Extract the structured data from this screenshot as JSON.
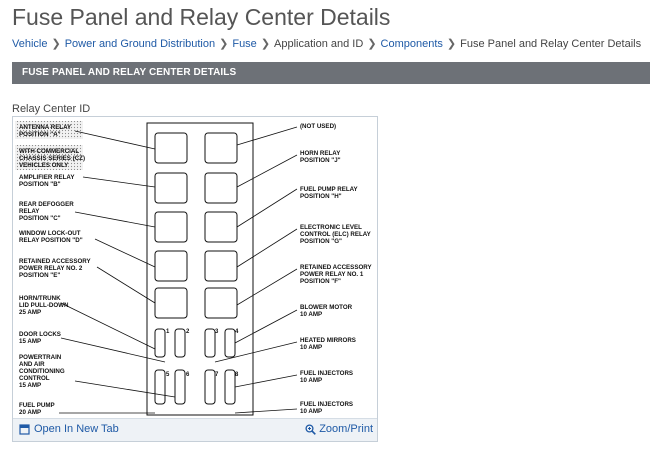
{
  "page": {
    "title": "Fuse Panel and Relay Center Details"
  },
  "breadcrumb": [
    {
      "label": "Vehicle",
      "link": true
    },
    {
      "label": "Power and Ground Distribution",
      "link": true
    },
    {
      "label": "Fuse",
      "link": true
    },
    {
      "label": "Application and ID",
      "link": false
    },
    {
      "label": "Components",
      "link": true
    },
    {
      "label": "Fuse Panel and Relay Center Details",
      "link": false
    }
  ],
  "section": {
    "header": "FUSE PANEL AND RELAY CENTER DETAILS"
  },
  "figure": {
    "caption": "Relay Center ID",
    "open_new_tab": "Open In New Tab",
    "zoom_print": "Zoom/Print",
    "left_labels": {
      "antenna": [
        "ANTENNA RELAY",
        "POSITION \"A\""
      ],
      "commercial": [
        "WITH COMMERCIAL",
        "CHASSIS SERIES (CZ)",
        "VEHICLES ONLY"
      ],
      "amplifier": [
        "AMPLIFIER RELAY",
        "POSITION \"B\""
      ],
      "rear_defogger": [
        "REAR DEFOGGER",
        "RELAY",
        "POSITION \"C\""
      ],
      "window_lockout": [
        "WINDOW LOCK-OUT",
        "RELAY POSITION \"D\""
      ],
      "retained_2": [
        "RETAINED ACCESSORY",
        "POWER RELAY NO. 2",
        "POSITION \"E\""
      ],
      "horn_trunk": [
        "HORN/TRUNK",
        "LID PULL-DOWN",
        "25 AMP"
      ],
      "door_locks": [
        "DOOR LOCKS",
        "15 AMP"
      ],
      "powertrain": [
        "POWERTRAIN",
        "AND AIR",
        "CONDITIONING",
        "CONTROL",
        "15 AMP"
      ],
      "fuel_pump": [
        "FUEL PUMP",
        "20 AMP"
      ]
    },
    "right_labels": {
      "not_used": [
        "(NOT USED)"
      ],
      "horn_relay": [
        "HORN RELAY",
        "POSITION \"J\""
      ],
      "fuel_pump_relay": [
        "FUEL PUMP RELAY",
        "POSITION \"H\""
      ],
      "elc": [
        "ELECTRONIC LEVEL",
        "CONTROL (ELC) RELAY",
        "POSITION \"G\""
      ],
      "retained_1": [
        "RETAINED ACCESSORY",
        "POWER RELAY NO. 1",
        "POSITION \"F\""
      ],
      "blower": [
        "BLOWER MOTOR",
        "10 AMP"
      ],
      "heated_mirrors": [
        "HEATED MIRRORS",
        "10 AMP"
      ],
      "fuel_injectors_1": [
        "FUEL INJECTORS",
        "10 AMP"
      ],
      "fuel_injectors_2": [
        "FUEL INJECTORS",
        "10 AMP"
      ]
    },
    "fuse_numbers": [
      "1",
      "2",
      "3",
      "4",
      "5",
      "6",
      "7",
      "8"
    ]
  }
}
